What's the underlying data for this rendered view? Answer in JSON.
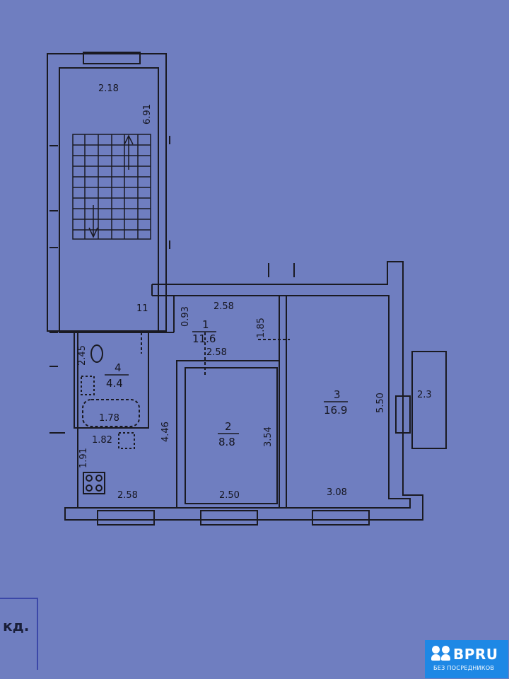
{
  "plan": {
    "rooms": [
      {
        "id": "1",
        "area": "11.6"
      },
      {
        "id": "2",
        "area": "8.8"
      },
      {
        "id": "3",
        "area": "16.9"
      },
      {
        "id": "4",
        "area": "4.4"
      }
    ],
    "dimensions": {
      "stair_width": "2.18",
      "stair_length": "6.91",
      "hall_number": "11",
      "hall_width": "0.93",
      "hall_length": "2.58",
      "room3_wall": "1.85",
      "hall_lower": "2.58",
      "bath_height": "2.45",
      "bath_width": "1.78",
      "toilet_width": "1.82",
      "kitchen_side": "1.91",
      "kitchen_height": "4.46",
      "room2_height": "3.54",
      "room3_height": "5.50",
      "balcony": "2.3",
      "kitchen_width": "2.58",
      "room2_width": "2.50",
      "room3_width": "3.08"
    }
  },
  "corner_note": "кд.",
  "watermark": {
    "name": "BPRU",
    "tagline": "БЕЗ ПОСРЕДНИКОВ"
  }
}
